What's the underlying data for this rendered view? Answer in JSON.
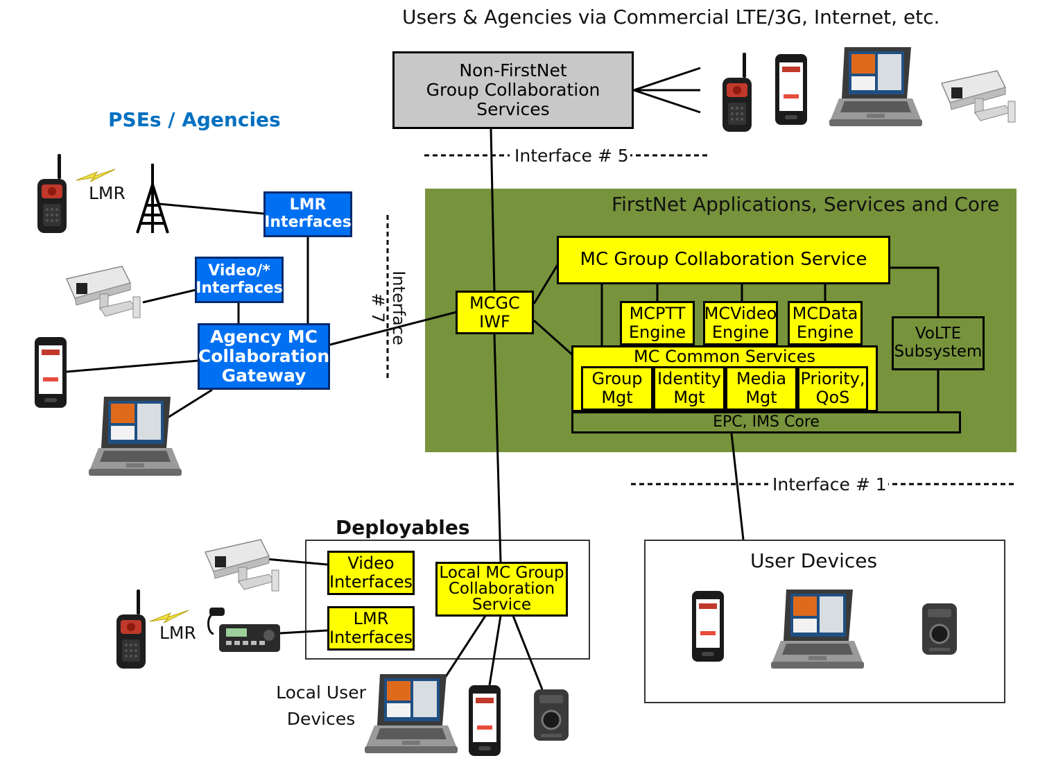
{
  "header": {
    "top_caption": "Users & Agencies via Commercial LTE/3G, Internet, etc.",
    "pse_title": "PSEs / Agencies",
    "deployables_title": "Deployables",
    "core_title": "FirstNet Applications, Services and Core",
    "user_devices_title": "User Devices",
    "local_user_devices": "Local User\nDevices"
  },
  "interfaces": {
    "if5": "Interface # 5",
    "if1": "Interface # 1",
    "if7": "Interface\n# 7"
  },
  "radio_labels": {
    "lmr_top": "LMR",
    "lmr_bottom": "LMR"
  },
  "boxes": {
    "non_firstnet": "Non-FirstNet\nGroup Collaboration\nServices",
    "lmr_interfaces": "LMR\nInterfaces",
    "video_interfaces": "Video/*\nInterfaces",
    "agency_gateway": "Agency MC\nCollaboration\nGateway",
    "mcgc_iwf": "MCGC\nIWF",
    "mc_group_service": "MC Group Collaboration Service",
    "mcptt": "MCPTT\nEngine",
    "mcvideo": "MCVideo\nEngine",
    "mcdata": "MCData\nEngine",
    "mc_common": "MC Common Services",
    "group_mgt": "Group\nMgt",
    "identity_mgt": "Identity\nMgt",
    "media_mgt": "Media\nMgt",
    "priority_qos": "Priority,\nQoS",
    "epc_ims": "EPC, IMS Core",
    "volte": "VoLTE\nSubsystem",
    "dep_video": "Video\nInterfaces",
    "dep_lmr": "LMR\nInterfaces",
    "local_mc": "Local MC Group\nCollaboration\nService"
  },
  "colors": {
    "core_green": "#77933c",
    "box_yellow": "#ffff00",
    "box_blue": "#0070f3",
    "box_gray": "#c8c8c8",
    "title_blue": "#0070c0"
  },
  "icons": {
    "radio": "walkie-talkie-icon",
    "tower": "radio-tower-icon",
    "camera": "security-camera-icon",
    "phone": "rugged-smartphone-icon",
    "laptop": "rugged-laptop-icon",
    "bodycam": "body-camera-icon",
    "mobile_radio": "mobile-radio-icon",
    "lightning": "lightning-bolt-icon"
  }
}
